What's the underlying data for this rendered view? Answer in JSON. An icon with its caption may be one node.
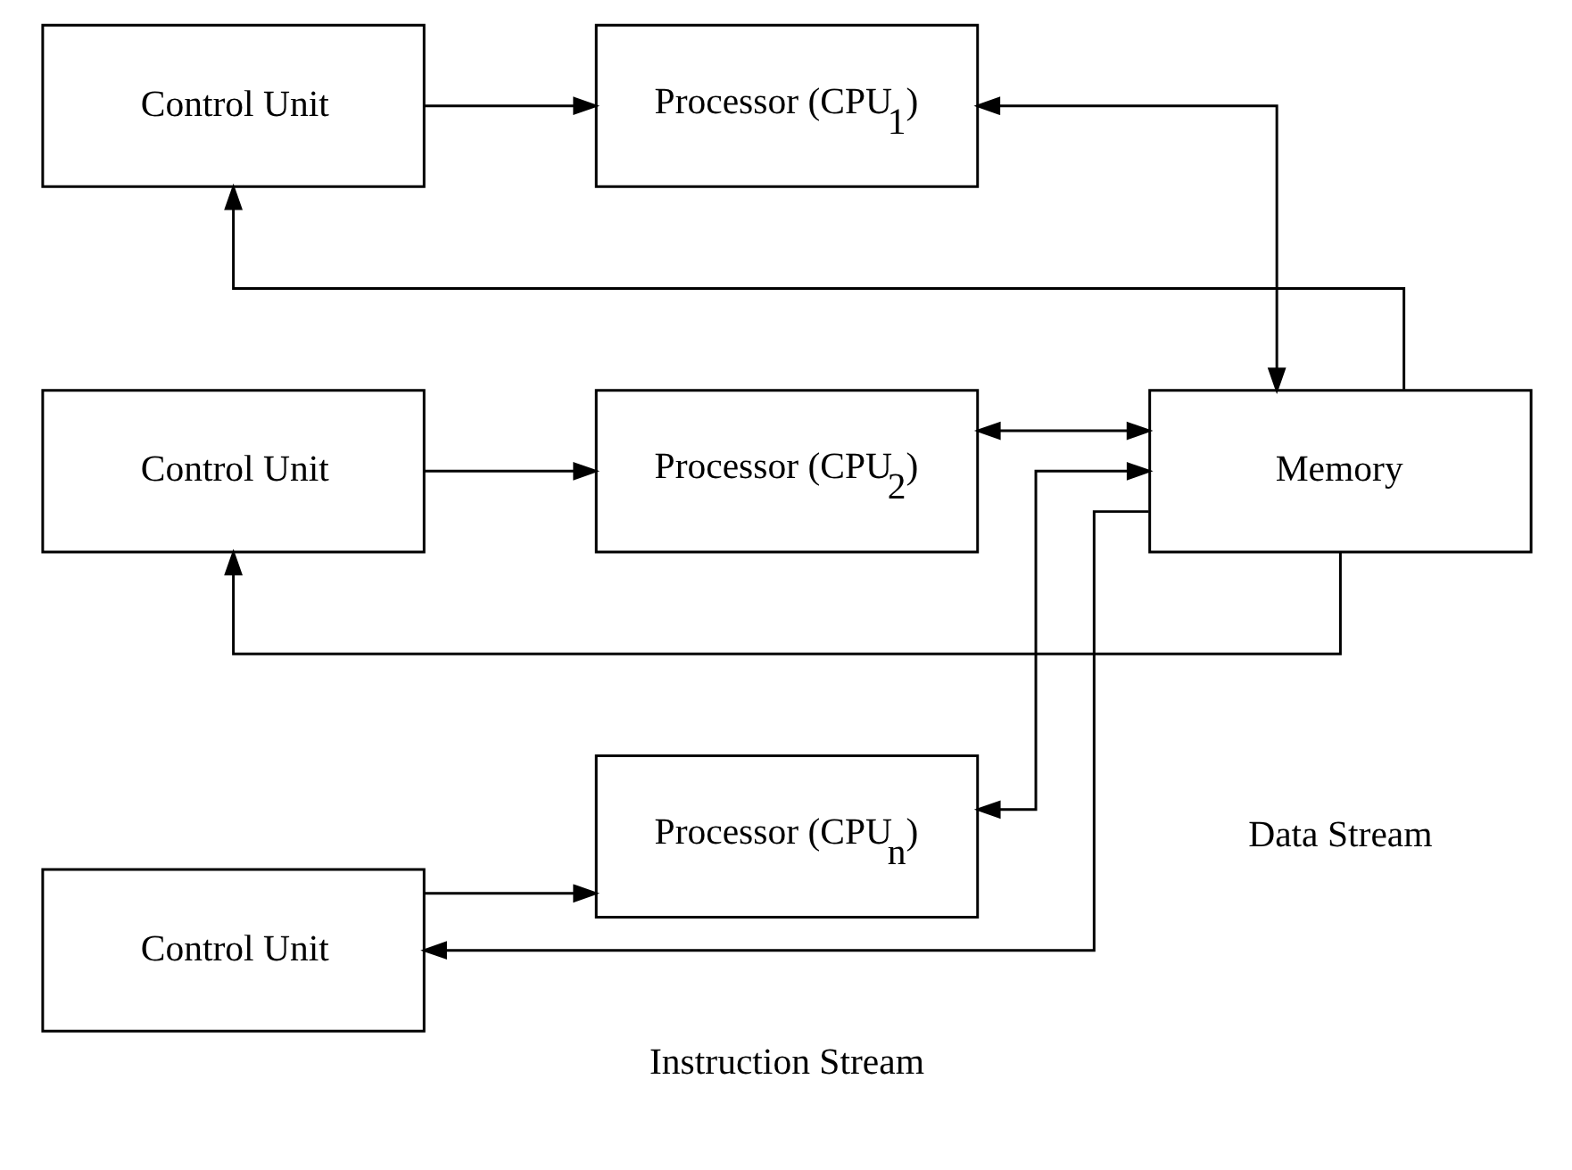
{
  "diagram": {
    "nodes": [
      {
        "text": [
          "Control Unit"
        ]
      },
      {
        "text": [
          "Processor (CPU$_{1}$)"
        ]
      },
      {
        "text": [
          "Control Unit"
        ]
      },
      {
        "text": [
          "Processor (CPU$_{2}$)"
        ]
      },
      {
        "text": [
          "Control Unit"
        ]
      },
      {
        "text": [
          "Processor (CPU$_{n}$)"
        ]
      },
      {
        "text": [
          "Memory"
        ]
      }
    ],
    "edges": [
      {
        "from": 0,
        "to": 1,
        "arrow": "to"
      },
      {
        "from": 2,
        "to": 3,
        "arrow": "to"
      },
      {
        "from": 4,
        "to": 5,
        "arrow": "to"
      },
      {
        "from": 1,
        "to": 6,
        "arrow": "both"
      },
      {
        "from": 3,
        "to": 6,
        "arrow": "both"
      },
      {
        "from": 5,
        "to": 6,
        "arrow": "both"
      },
      {
        "from": 6,
        "to": 0,
        "arrow": "to"
      },
      {
        "from": 6,
        "to": 2,
        "arrow": "to"
      },
      {
        "from": 6,
        "to": 4,
        "arrow": "to"
      }
    ],
    "labels": [
      "Instruction Stream",
      "Data Stream"
    ]
  }
}
